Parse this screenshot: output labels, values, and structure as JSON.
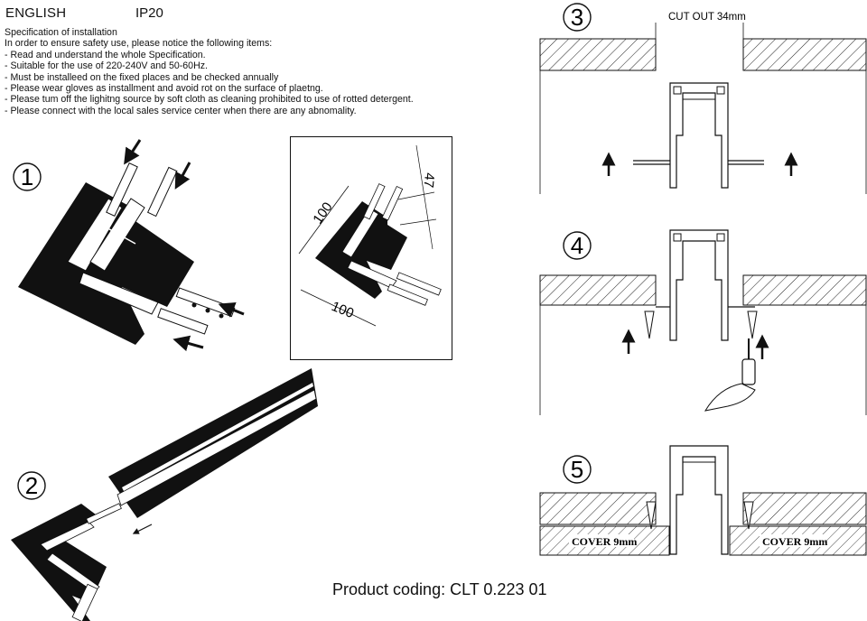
{
  "header": {
    "language": "ENGLISH",
    "ip_rating": "IP20"
  },
  "specification": {
    "title": "Specification of installation",
    "intro": "In order to ensure safety use, please notice the following items:",
    "items": [
      "- Read and understand the whole Specification.",
      "- Suitable for the use of 220-240V and 50-60Hz.",
      "- Must be installeed on the fixed places and be checked annually",
      "- Please wear gloves as installment and avoid rot on the surface of plaetng.",
      "- Please tum off the lighitng source by soft cloth as cleaning prohibited to use of rotted detergent.",
      "- Please connect with the local sales service center when there are any abnomality."
    ]
  },
  "steps": {
    "s1": "1",
    "s2": "2",
    "s3": "3",
    "s4": "4",
    "s5": "5"
  },
  "detail": {
    "dim_a": "100",
    "dim_b": "100",
    "dim_c": "47"
  },
  "step3": {
    "cut_label": "CUT OUT 34mm"
  },
  "step5": {
    "cover_left": "COVER 9mm",
    "cover_right": "COVER 9mm"
  },
  "footer": {
    "product_coding": "Product coding: CLT 0.223 01"
  }
}
